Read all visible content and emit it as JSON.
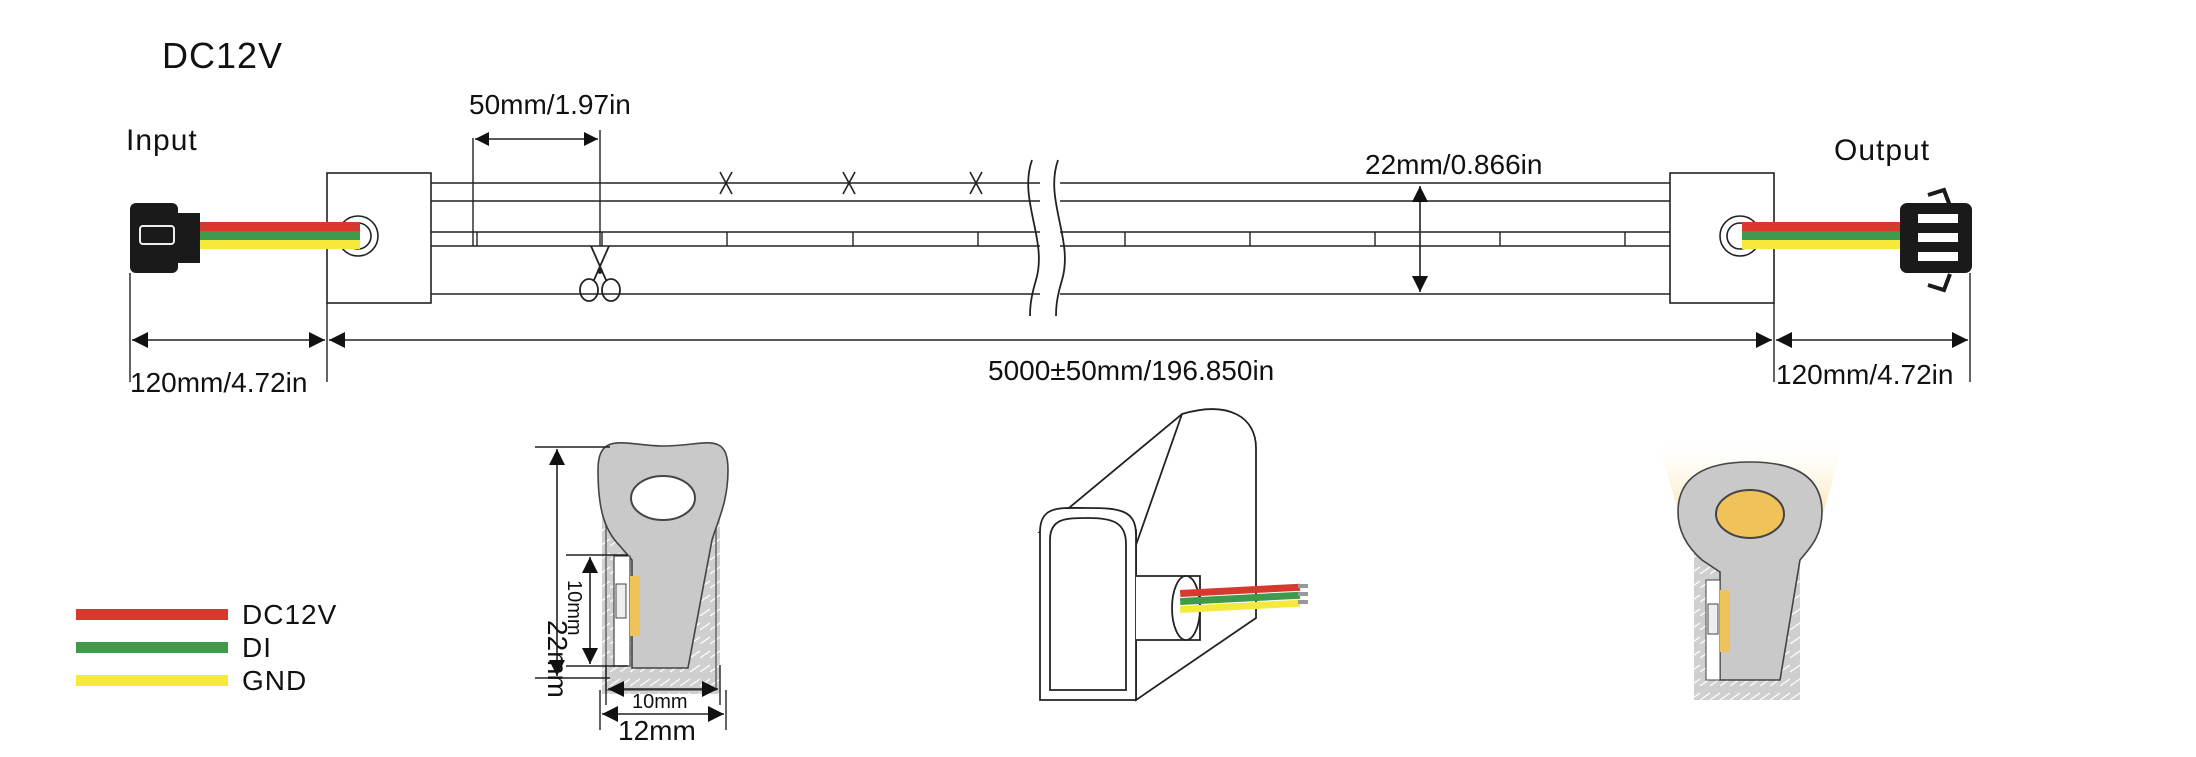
{
  "diagram": {
    "voltage_title": "DC12V",
    "input_label": "Input",
    "output_label": "Output",
    "dims": {
      "cut_pitch": "50mm/1.97in",
      "strip_height": "22mm/0.866in",
      "lead_left": "120mm/4.72in",
      "total_length": "5000±50mm/196.850in",
      "lead_right": "120mm/4.72in"
    },
    "cross_section": {
      "height": "22mm",
      "inner_height": "10mm",
      "inner_width": "10mm",
      "width": "12mm"
    },
    "legend": [
      {
        "label": "DC12V",
        "color": "#d63a2f"
      },
      {
        "label": "DI",
        "color": "#3f9a4c"
      },
      {
        "label": "GND",
        "color": "#f5ea3c"
      }
    ],
    "colors": {
      "wire_red": "#d63a2f",
      "wire_green": "#3f9a4c",
      "wire_yellow": "#f5ea3c",
      "silicone_gray": "#c9c9c9",
      "led_amber": "#f0c25a"
    },
    "icons": [
      "scissors-icon",
      "input-connector-icon",
      "output-connector-icon"
    ]
  }
}
